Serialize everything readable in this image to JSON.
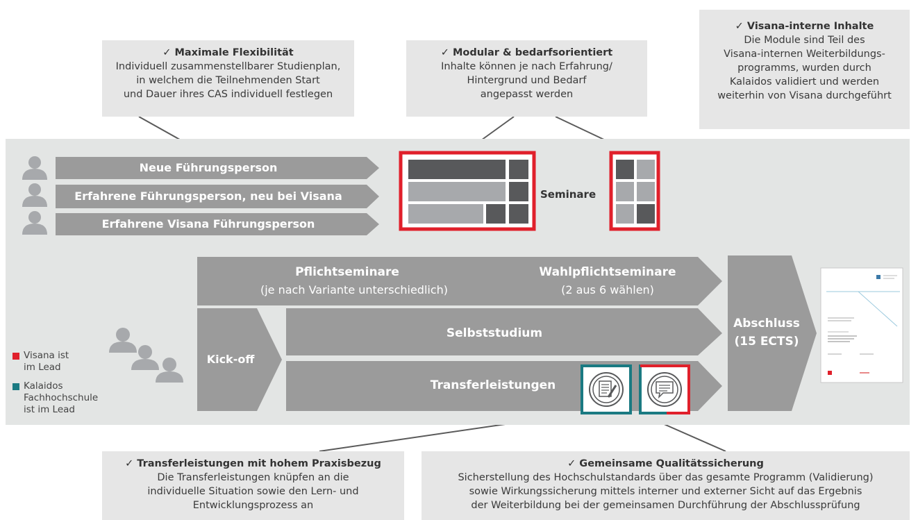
{
  "callouts": {
    "flex": {
      "title": "✓ Maximale Flexibilität",
      "lines": [
        "Individuell zusammenstellbarer Studienplan,",
        "in welchem die Teilnehmenden Start",
        "und Dauer ihres CAS individuell festlegen"
      ]
    },
    "modular": {
      "title": "✓ Modular & bedarfsorientiert",
      "lines": [
        "Inhalte können je nach Erfahrung/",
        "Hintergrund und Bedarf",
        "angepasst werden"
      ]
    },
    "intern": {
      "title": "✓ Visana-interne Inhalte",
      "lines": [
        "Die Module sind Teil des",
        "Visana-internen Weiterbildungs-",
        "programms, wurden durch",
        "Kalaidos validiert und werden",
        "weiterhin von Visana durchgeführt"
      ]
    },
    "transfer": {
      "title": "✓ Transferleistungen mit hohem Praxisbezug",
      "lines": [
        "Die Transferleistungen knüpfen an die",
        "individuelle Situation sowie den Lern- und",
        "Entwicklungsprozess an"
      ]
    },
    "quality": {
      "title": "✓ Gemeinsame Qualitätssicherung",
      "lines": [
        "Sicherstellung des Hochschulstandards über das gesamte Programm (Validierung)",
        "sowie Wirkungssicherung mittels interner und externer Sicht auf das Ergebnis",
        "der Weiterbildung bei der gemeinsamen Durchführung der Abschlussprüfung"
      ]
    }
  },
  "tracks": [
    "Neue Führungsperson",
    "Erfahrene Führungsperson, neu bei Visana",
    "Erfahrene Visana Führungsperson"
  ],
  "seminare_label": "Seminare",
  "pflicht": {
    "title": "Pflichtseminare",
    "sub": "(je nach Variante unterschiedlich)"
  },
  "wahl": {
    "title": "Wahlpflichtseminare",
    "sub": "(2 aus 6 wählen)"
  },
  "kickoff": "Kick-off",
  "selbst": "Selbststudium",
  "transfer_label": "Transferleistungen",
  "abschluss": {
    "line1": "Abschluss",
    "line2": "(15 ECTS)"
  },
  "legend": {
    "visana": [
      "Visana ist",
      "im Lead"
    ],
    "kalaidos": [
      "Kalaidos",
      "Fachhochschule",
      "ist im Lead"
    ]
  },
  "colors": {
    "red": "#e0202b",
    "teal": "#1a7a82",
    "arrow": "#9b9b9b",
    "dark": "#58595b",
    "light": "#a7a9ac",
    "panel": "#e3e5e4",
    "callout": "#e6e6e6"
  }
}
